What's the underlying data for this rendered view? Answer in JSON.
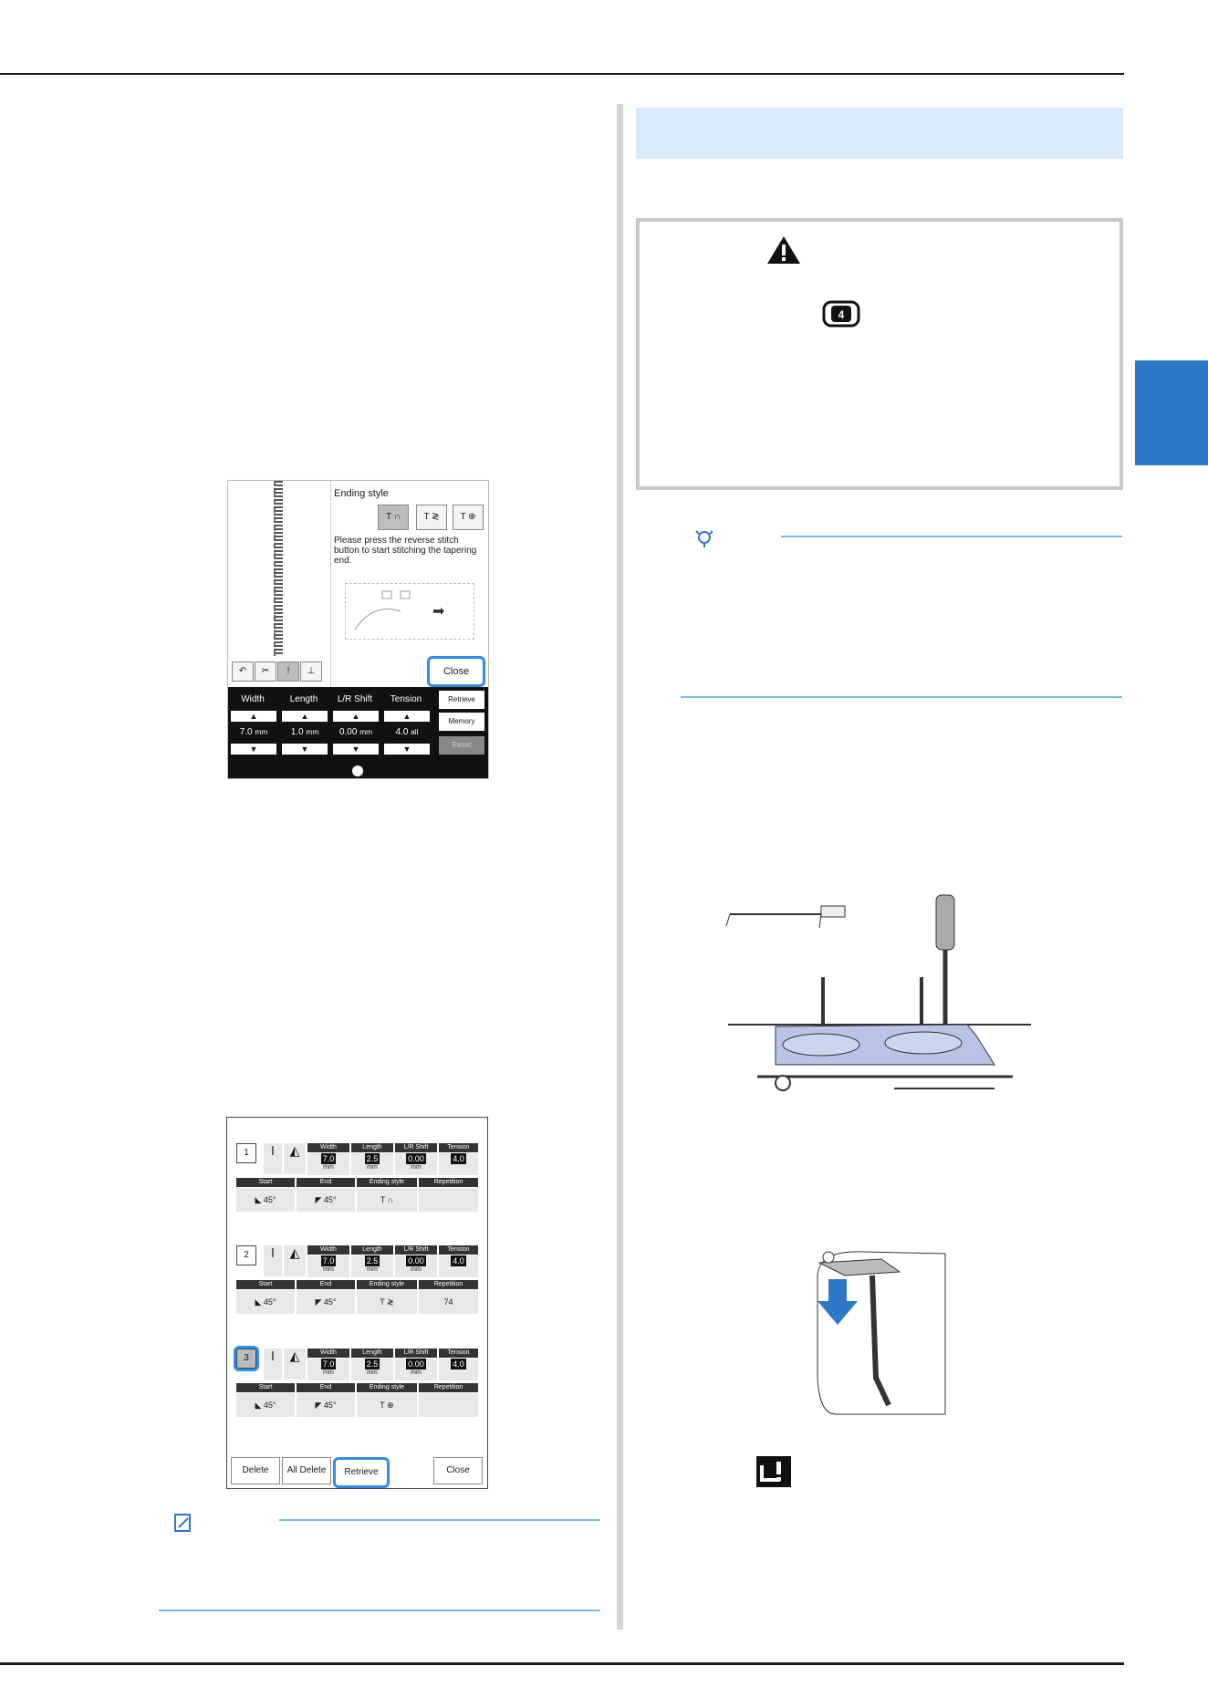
{
  "ending_screen": {
    "title": "Ending style",
    "styles": [
      "T ∩",
      "T ≷",
      "T ⊕"
    ],
    "message": "Please press the reverse stitch button to start stitching the tapering end.",
    "close": "Close",
    "params": [
      {
        "label": "Width",
        "value": "7.0",
        "unit": "mm"
      },
      {
        "label": "Length",
        "value": "1.0",
        "unit": "mm"
      },
      {
        "label": "L/R Shift",
        "value": "0.00",
        "unit": "mm"
      },
      {
        "label": "Tension",
        "value": "4.0",
        "unit": "all"
      }
    ],
    "side_buttons": [
      "Retrieve",
      "Memory",
      "Reset"
    ]
  },
  "memory_screen": {
    "headers_top": [
      "Width",
      "Length",
      "L/R Shift",
      "Tension"
    ],
    "headers_bottom": [
      "Start",
      "End",
      "Ending style",
      "Repetition"
    ],
    "unit": "mm",
    "entries": [
      {
        "num": "1",
        "width": "7.0",
        "length": "2.5",
        "shift": "0.00",
        "tension": "4.0",
        "start": "45°",
        "end": "45°",
        "ending": "T ∩",
        "repetition": ""
      },
      {
        "num": "2",
        "width": "7.0",
        "length": "2.5",
        "shift": "0.00",
        "tension": "4.0",
        "start": "45°",
        "end": "45°",
        "ending": "T ≷",
        "repetition": "74"
      },
      {
        "num": "3",
        "width": "7.0",
        "length": "2.5",
        "shift": "0.00",
        "tension": "4.0",
        "start": "45°",
        "end": "45°",
        "ending": "T ⊕",
        "repetition": ""
      }
    ],
    "buttons": [
      "Delete",
      "All Delete",
      "Retrieve",
      "Close"
    ]
  },
  "caution": {
    "icon": "warning-triangle-icon",
    "badge": "4"
  },
  "colors": {
    "accent": "#2d78c8",
    "band": "#d8eafc",
    "highlight": "#2d8ee6"
  }
}
